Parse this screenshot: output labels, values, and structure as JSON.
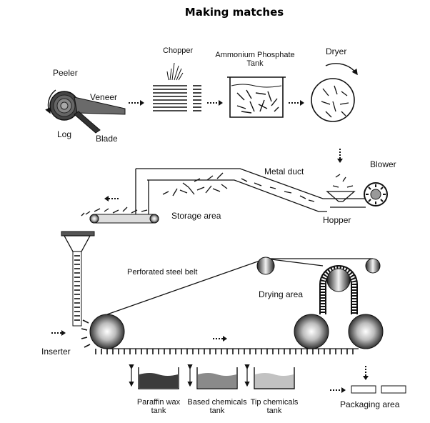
{
  "title": "Making matches",
  "labels": {
    "peeler": "Peeler",
    "veneer": "Veneer",
    "log": "Log",
    "blade": "Blade",
    "chopper": "Chopper",
    "tank_line1": "Ammonium Phosphate",
    "tank_line2": "Tank",
    "dryer": "Dryer",
    "metal_duct": "Metal duct",
    "blower": "Blower",
    "hopper": "Hopper",
    "storage_area": "Storage area",
    "perforated_belt": "Perforated steel belt",
    "drying_area": "Drying area",
    "inserter": "Inserter",
    "paraffin_line1": "Paraffin wax",
    "paraffin_line2": "tank",
    "based_line1": "Based chemicals",
    "based_line2": "tank",
    "tip_line1": "Tip chemicals",
    "tip_line2": "tank",
    "packaging_area": "Packaging area"
  },
  "colors": {
    "paraffin_liquid": "#3c3c3c",
    "based_liquid": "#8a8a8a",
    "tip_liquid": "#c2c2c2",
    "line": "#111111"
  }
}
